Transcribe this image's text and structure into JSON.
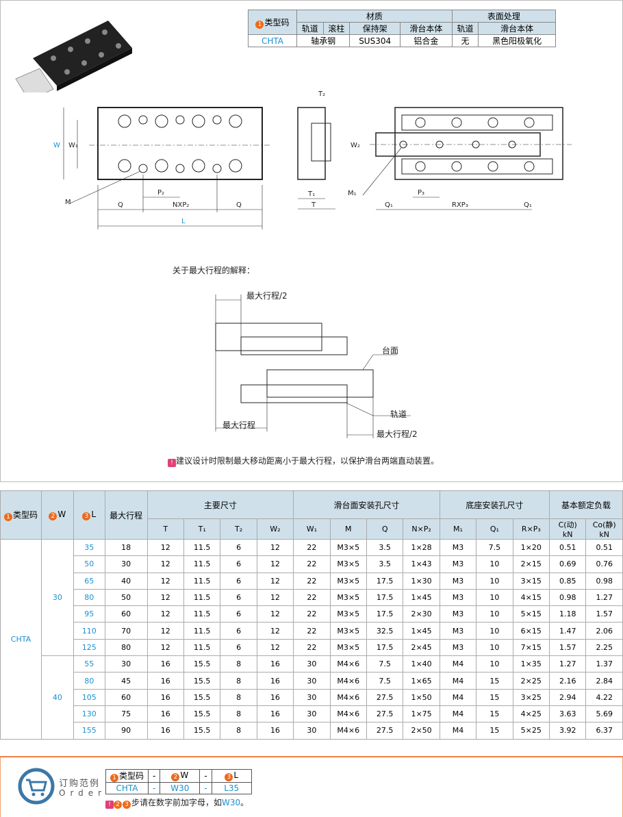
{
  "material_table": {
    "type_code_header": "类型码",
    "material_header": "材质",
    "surface_header": "表面处理",
    "sub_headers": [
      "轨道",
      "滚柱",
      "保持架",
      "滑台本体",
      "轨道",
      "滑台本体"
    ],
    "row": {
      "type": "CHTA",
      "rail_roller": "轴承钢",
      "cage": "SUS304",
      "body": "铝合金",
      "rail_surface": "无",
      "body_surface": "黑色阳极氧化"
    }
  },
  "drawing": {
    "labels": {
      "W": "W",
      "W1": "W₁",
      "M": "M",
      "P2": "P₂",
      "Q": "Q",
      "NXP2": "NXP₂",
      "L": "L",
      "T2": "T₂",
      "T1": "T₁",
      "T": "T",
      "W2": "W₂",
      "M1": "M₁",
      "P3": "P₃",
      "Q1": "Q₁",
      "RXP3": "RXP₃"
    },
    "stroke_title": "关于最大行程的解释：",
    "half_stroke": "最大行程/2",
    "table_surface": "台面",
    "rail": "轨道",
    "max_stroke": "最大行程",
    "note": "建议设计时限制最大移动距离小于最大行程，以保护滑台两端直动装置。"
  },
  "spec_table": {
    "headers": {
      "type": "类型码",
      "W": "W",
      "L": "L",
      "max_stroke": "最大行程",
      "main_dims": "主要尺寸",
      "slide_holes": "滑台面安装孔尺寸",
      "base_holes": "底座安装孔尺寸",
      "load": "基本额定负载"
    },
    "sub_headers": [
      "T",
      "T₁",
      "T₂",
      "W₂",
      "W₁",
      "M",
      "Q",
      "N×P₂",
      "M₁",
      "Q₁",
      "R×P₃",
      "C(动)\nkN",
      "Co(静)\nkN"
    ],
    "type_value": "CHTA",
    "groups": [
      {
        "W": "30",
        "rows": [
          [
            "35",
            "18",
            "12",
            "11.5",
            "6",
            "12",
            "22",
            "M3×5",
            "3.5",
            "1×28",
            "M3",
            "7.5",
            "1×20",
            "0.51",
            "0.51"
          ],
          [
            "50",
            "30",
            "12",
            "11.5",
            "6",
            "12",
            "22",
            "M3×5",
            "3.5",
            "1×43",
            "M3",
            "10",
            "2×15",
            "0.69",
            "0.76"
          ],
          [
            "65",
            "40",
            "12",
            "11.5",
            "6",
            "12",
            "22",
            "M3×5",
            "17.5",
            "1×30",
            "M3",
            "10",
            "3×15",
            "0.85",
            "0.98"
          ],
          [
            "80",
            "50",
            "12",
            "11.5",
            "6",
            "12",
            "22",
            "M3×5",
            "17.5",
            "1×45",
            "M3",
            "10",
            "4×15",
            "0.98",
            "1.27"
          ],
          [
            "95",
            "60",
            "12",
            "11.5",
            "6",
            "12",
            "22",
            "M3×5",
            "17.5",
            "2×30",
            "M3",
            "10",
            "5×15",
            "1.18",
            "1.57"
          ],
          [
            "110",
            "70",
            "12",
            "11.5",
            "6",
            "12",
            "22",
            "M3×5",
            "32.5",
            "1×45",
            "M3",
            "10",
            "6×15",
            "1.47",
            "2.06"
          ],
          [
            "125",
            "80",
            "12",
            "11.5",
            "6",
            "12",
            "22",
            "M3×5",
            "17.5",
            "2×45",
            "M3",
            "10",
            "7×15",
            "1.57",
            "2.25"
          ]
        ]
      },
      {
        "W": "40",
        "rows": [
          [
            "55",
            "30",
            "16",
            "15.5",
            "8",
            "16",
            "30",
            "M4×6",
            "7.5",
            "1×40",
            "M4",
            "10",
            "1×35",
            "1.27",
            "1.37"
          ],
          [
            "80",
            "45",
            "16",
            "15.5",
            "8",
            "16",
            "30",
            "M4×6",
            "7.5",
            "1×65",
            "M4",
            "15",
            "2×25",
            "2.16",
            "2.84"
          ],
          [
            "105",
            "60",
            "16",
            "15.5",
            "8",
            "16",
            "30",
            "M4×6",
            "27.5",
            "1×50",
            "M4",
            "15",
            "3×25",
            "2.94",
            "4.22"
          ],
          [
            "130",
            "75",
            "16",
            "15.5",
            "8",
            "16",
            "30",
            "M4×6",
            "27.5",
            "1×75",
            "M4",
            "15",
            "4×25",
            "3.63",
            "5.69"
          ],
          [
            "155",
            "90",
            "16",
            "15.5",
            "8",
            "16",
            "30",
            "M4×6",
            "27.5",
            "2×50",
            "M4",
            "15",
            "5×25",
            "3.92",
            "6.37"
          ]
        ]
      }
    ]
  },
  "order": {
    "title": "订购范例",
    "subtitle": "Order",
    "headers": [
      "类型码",
      "-",
      "W",
      "-",
      "L"
    ],
    "values": [
      "CHTA",
      "-",
      "W30",
      "-",
      "L35"
    ],
    "note_prefix": "步请在数字前加字母，如",
    "note_example": "W30",
    "note_end": "。"
  },
  "colors": {
    "header_bg": "#cfe0ea",
    "accent_orange": "#ee6a1a",
    "link_blue": "#1a8fd0",
    "note_pink": "#e0407a"
  }
}
